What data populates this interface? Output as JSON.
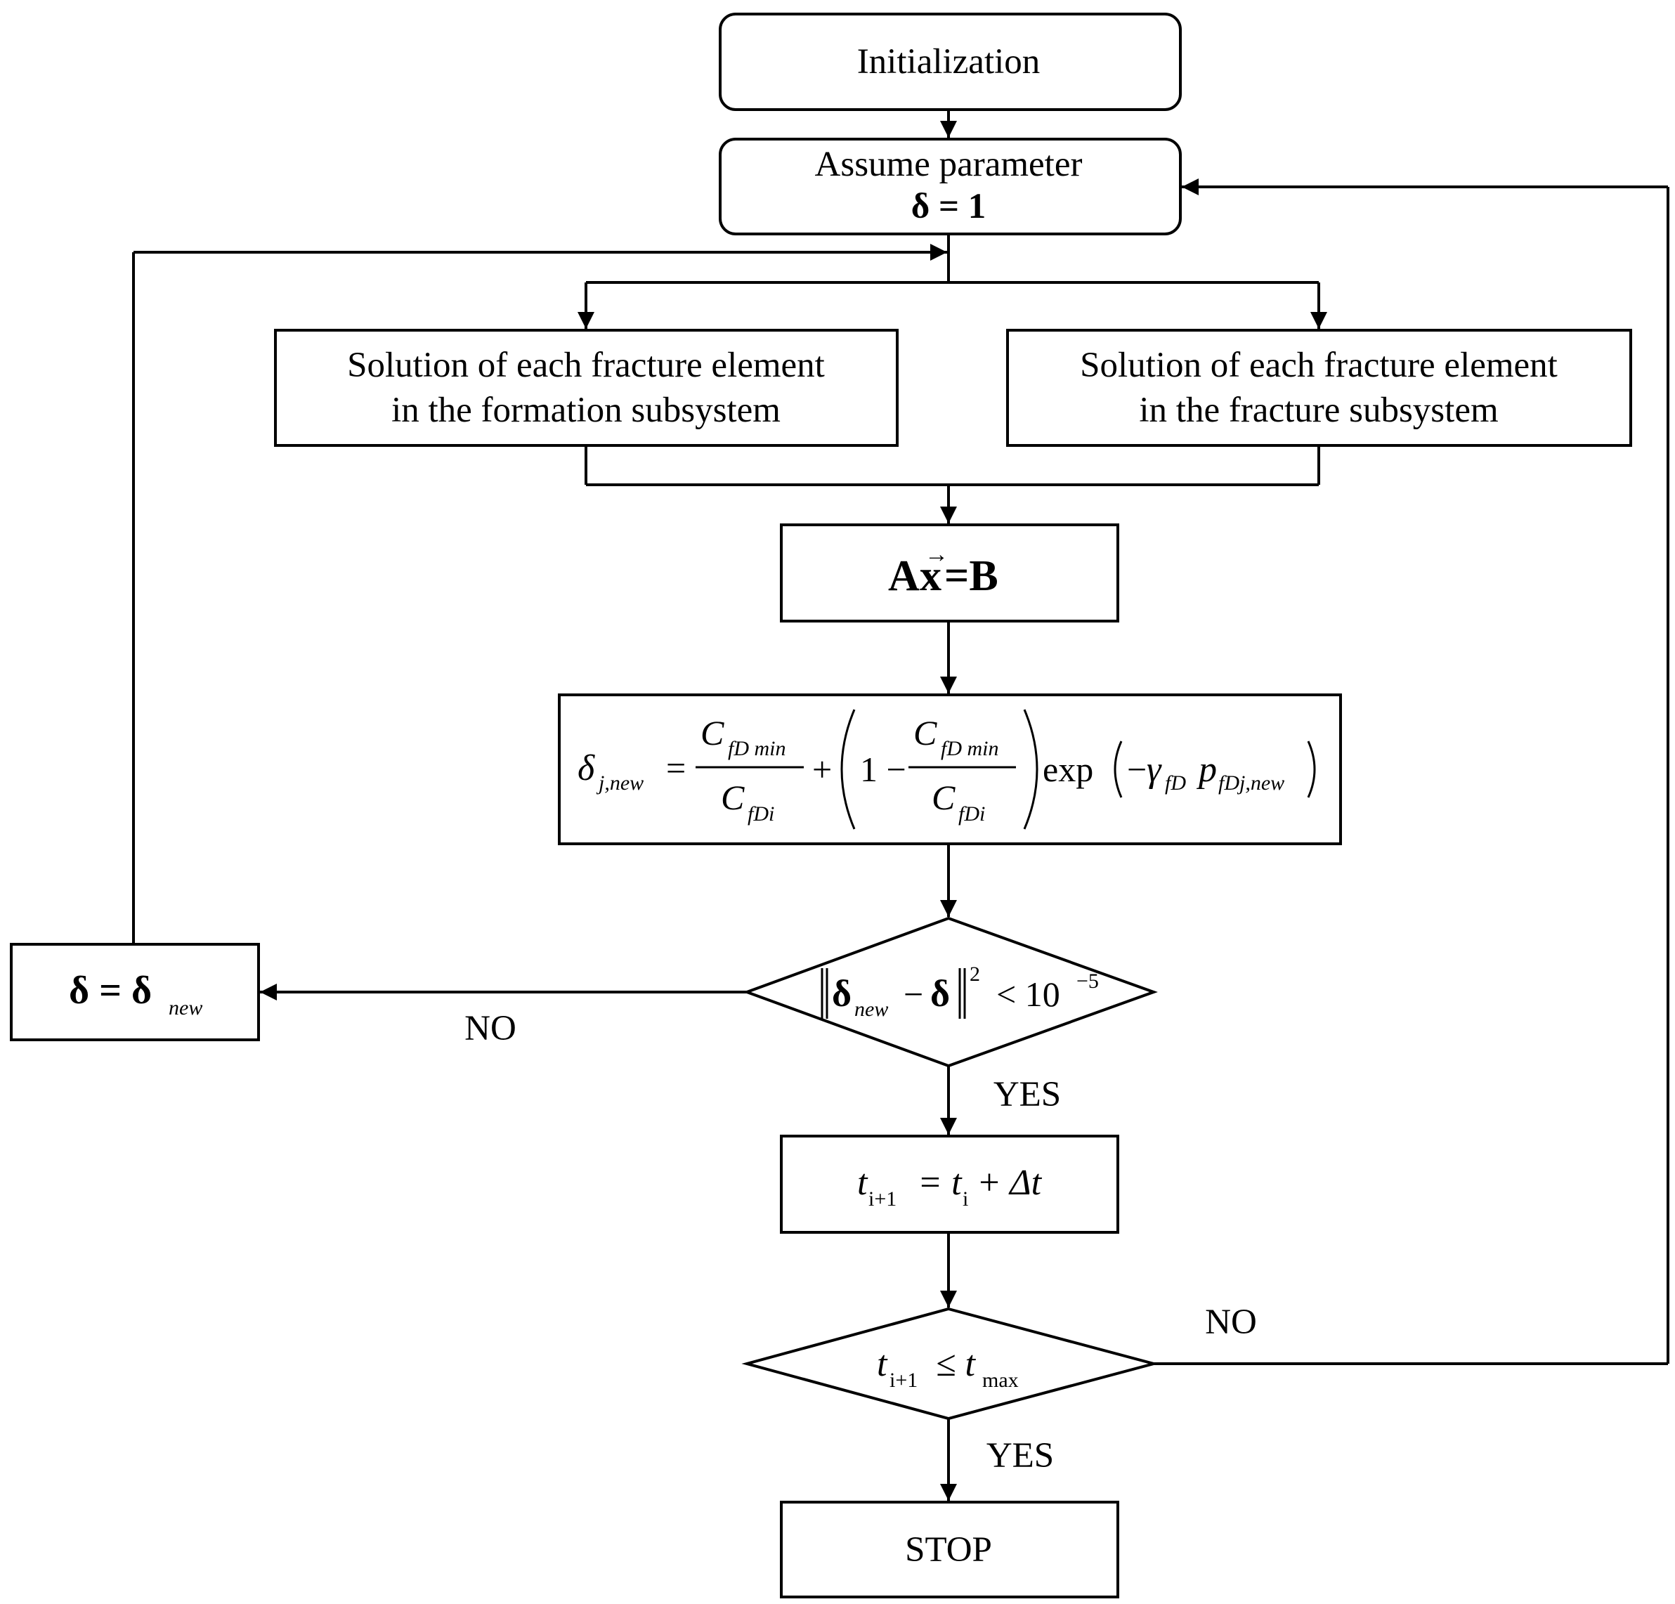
{
  "nodes": {
    "init": {
      "label": "Initialization"
    },
    "assume": {
      "line1": "Assume parameter",
      "line2": "δ = 1"
    },
    "formation": {
      "line1": "Solution of each fracture element",
      "line2": "in the formation subsystem"
    },
    "fracture": {
      "line1": "Solution of each fracture element",
      "line2": "in the fracture subsystem"
    },
    "system": {
      "lhs": "A",
      "x": "x",
      "arrow": "→",
      "rhs": "=B"
    },
    "update_eq": {
      "delta": "δ",
      "delta_sub": "j,new",
      "eq": "=",
      "C": "C",
      "num_sub": "fD min",
      "den_sub": "fDi",
      "plus": "+",
      "one_minus": "1 −",
      "exp": "exp",
      "neg": "−",
      "gamma": "γ",
      "gamma_sub": "fD",
      "p": "p",
      "p_sub": "fDj,new"
    },
    "converge_test": {
      "delta": "δ",
      "new_sub": "new",
      "minus": "−",
      "sup": "2",
      "lt": "< 10",
      "exp": "−5"
    },
    "set_delta": {
      "lhs": "δ = δ",
      "sub": "new"
    },
    "time_step": {
      "t": "t",
      "sub_next": "i+1",
      "eq": "= t",
      "sub_i": "i",
      "plus": "+ Δt"
    },
    "time_test": {
      "t": "t",
      "sub_next": "i+1",
      "le": "≤ t",
      "sub_max": "max"
    },
    "stop": {
      "label": "STOP"
    }
  },
  "edge_labels": {
    "converge_no": "NO",
    "converge_yes": "YES",
    "time_no": "NO",
    "time_yes": "YES"
  },
  "colors": {
    "stroke": "#000000",
    "background": "#ffffff"
  }
}
